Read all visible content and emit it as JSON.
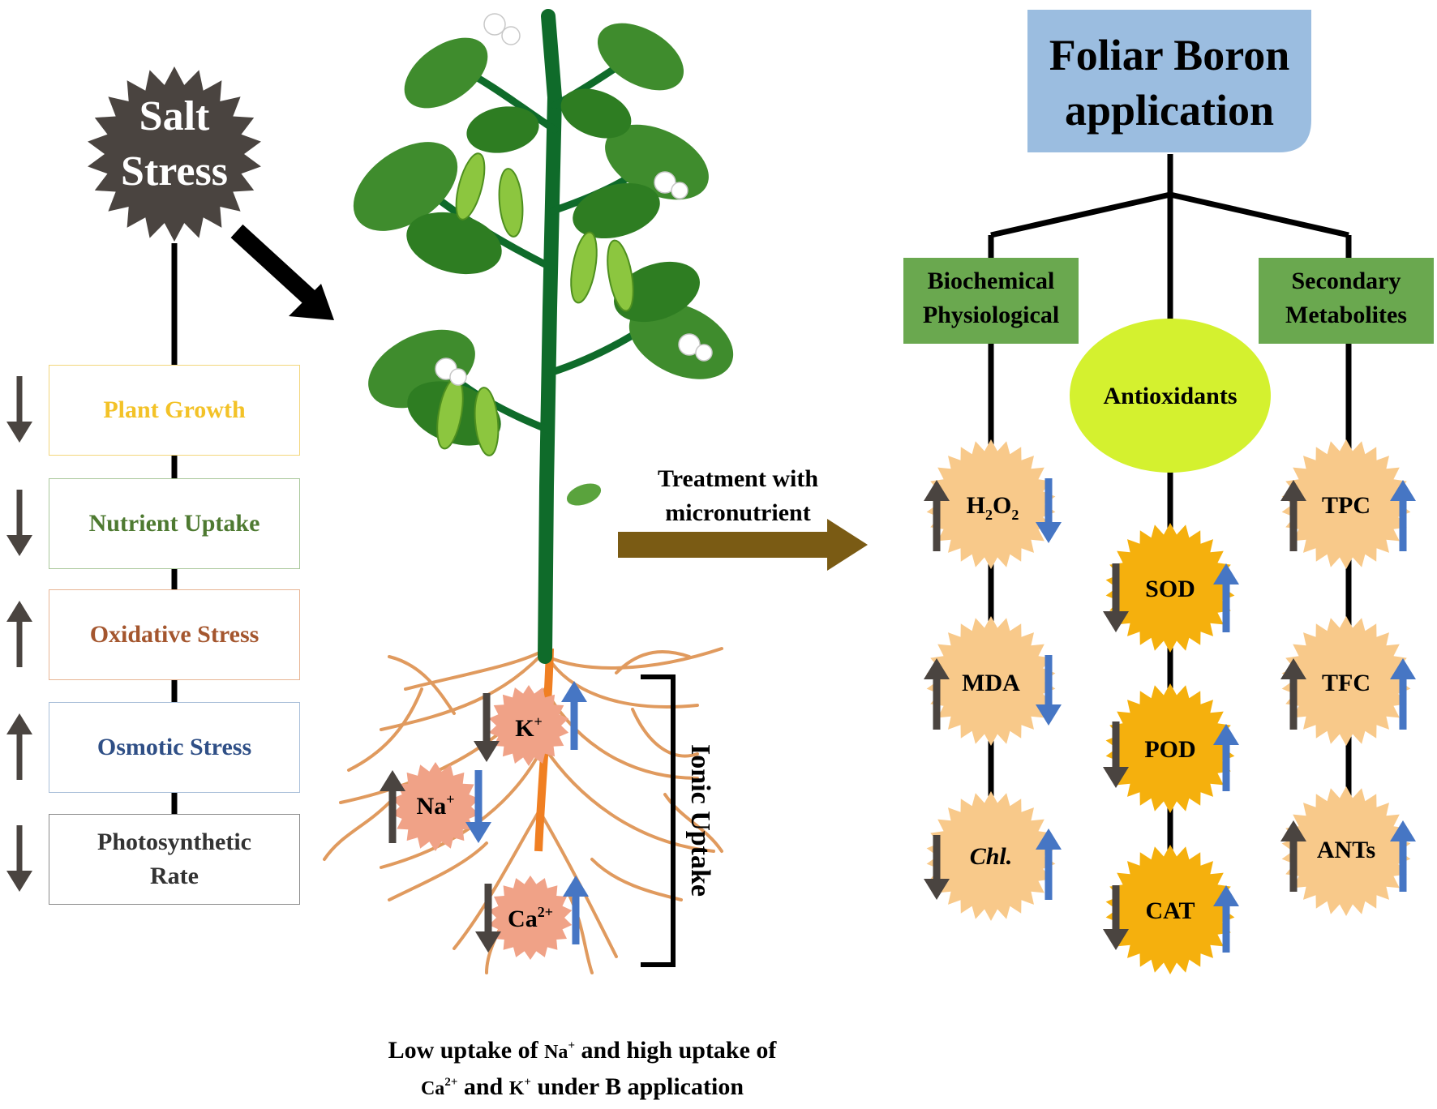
{
  "salt_stress": {
    "label_line1": "Salt",
    "label_line2": "Stress"
  },
  "effects": [
    {
      "label": "Plant Growth",
      "direction": "down",
      "color": "#f3c227"
    },
    {
      "label": "Nutrient Uptake",
      "direction": "down",
      "color": "#4e7a31"
    },
    {
      "label": "Oxidative Stress",
      "direction": "up",
      "color": "#a4562e"
    },
    {
      "label": "Osmotic Stress",
      "direction": "up",
      "color": "#2f4f86"
    },
    {
      "label": "Photosynthetic Rate",
      "direction": "down",
      "color": "#333333"
    }
  ],
  "ions": [
    {
      "label": "K+",
      "base": "K",
      "sup": "+"
    },
    {
      "label": "Na+",
      "base": "Na",
      "sup": "+"
    },
    {
      "label": "Ca2+",
      "base": "Ca",
      "sup": "2+"
    }
  ],
  "ionic_uptake_label": "Ionic Uptake",
  "treatment_label_line1": "Treatment with",
  "treatment_label_line2": "micronutrient",
  "bottom_caption": {
    "line1_a": "Low uptake of ",
    "line1_na": "Na",
    "line1_na_sup": "+",
    "line1_b": " and high uptake of",
    "line2_ca": "Ca",
    "line2_ca_sup": "2+",
    "line2_a": " and ",
    "line2_k": "K",
    "line2_k_sup": "+",
    "line2_b": " under B application"
  },
  "foliar": {
    "line1": "Foliar Boron",
    "line2": "application"
  },
  "categories": {
    "biochem_line1": "Biochemical",
    "biochem_line2": "Physiological",
    "secondary_line1": "Secondary",
    "secondary_line2": "Metabolites",
    "antioxidants": "Antioxidants"
  },
  "markers": {
    "h2o2": {
      "base": "H",
      "sub1": "2",
      "mid": "O",
      "sub2": "2"
    },
    "mda": "MDA",
    "chl": "Chl.",
    "sod": "SOD",
    "pod": "POD",
    "cat": "CAT",
    "tpc": "TPC",
    "tfc": "TFC",
    "ants": "ANTs"
  },
  "colors": {
    "dark_grey": "#4a4440",
    "blue_arrow": "#4676c4",
    "green_box": "#6aa84f",
    "blue_box": "#9bbde0",
    "light_starburst": "#f8c98a",
    "orange_starburst": "#f5b00d",
    "ion_starburst": "#f0a287",
    "antioxidant_ellipse": "#d4f12f",
    "treatment_arrow": "#7a5b14"
  }
}
